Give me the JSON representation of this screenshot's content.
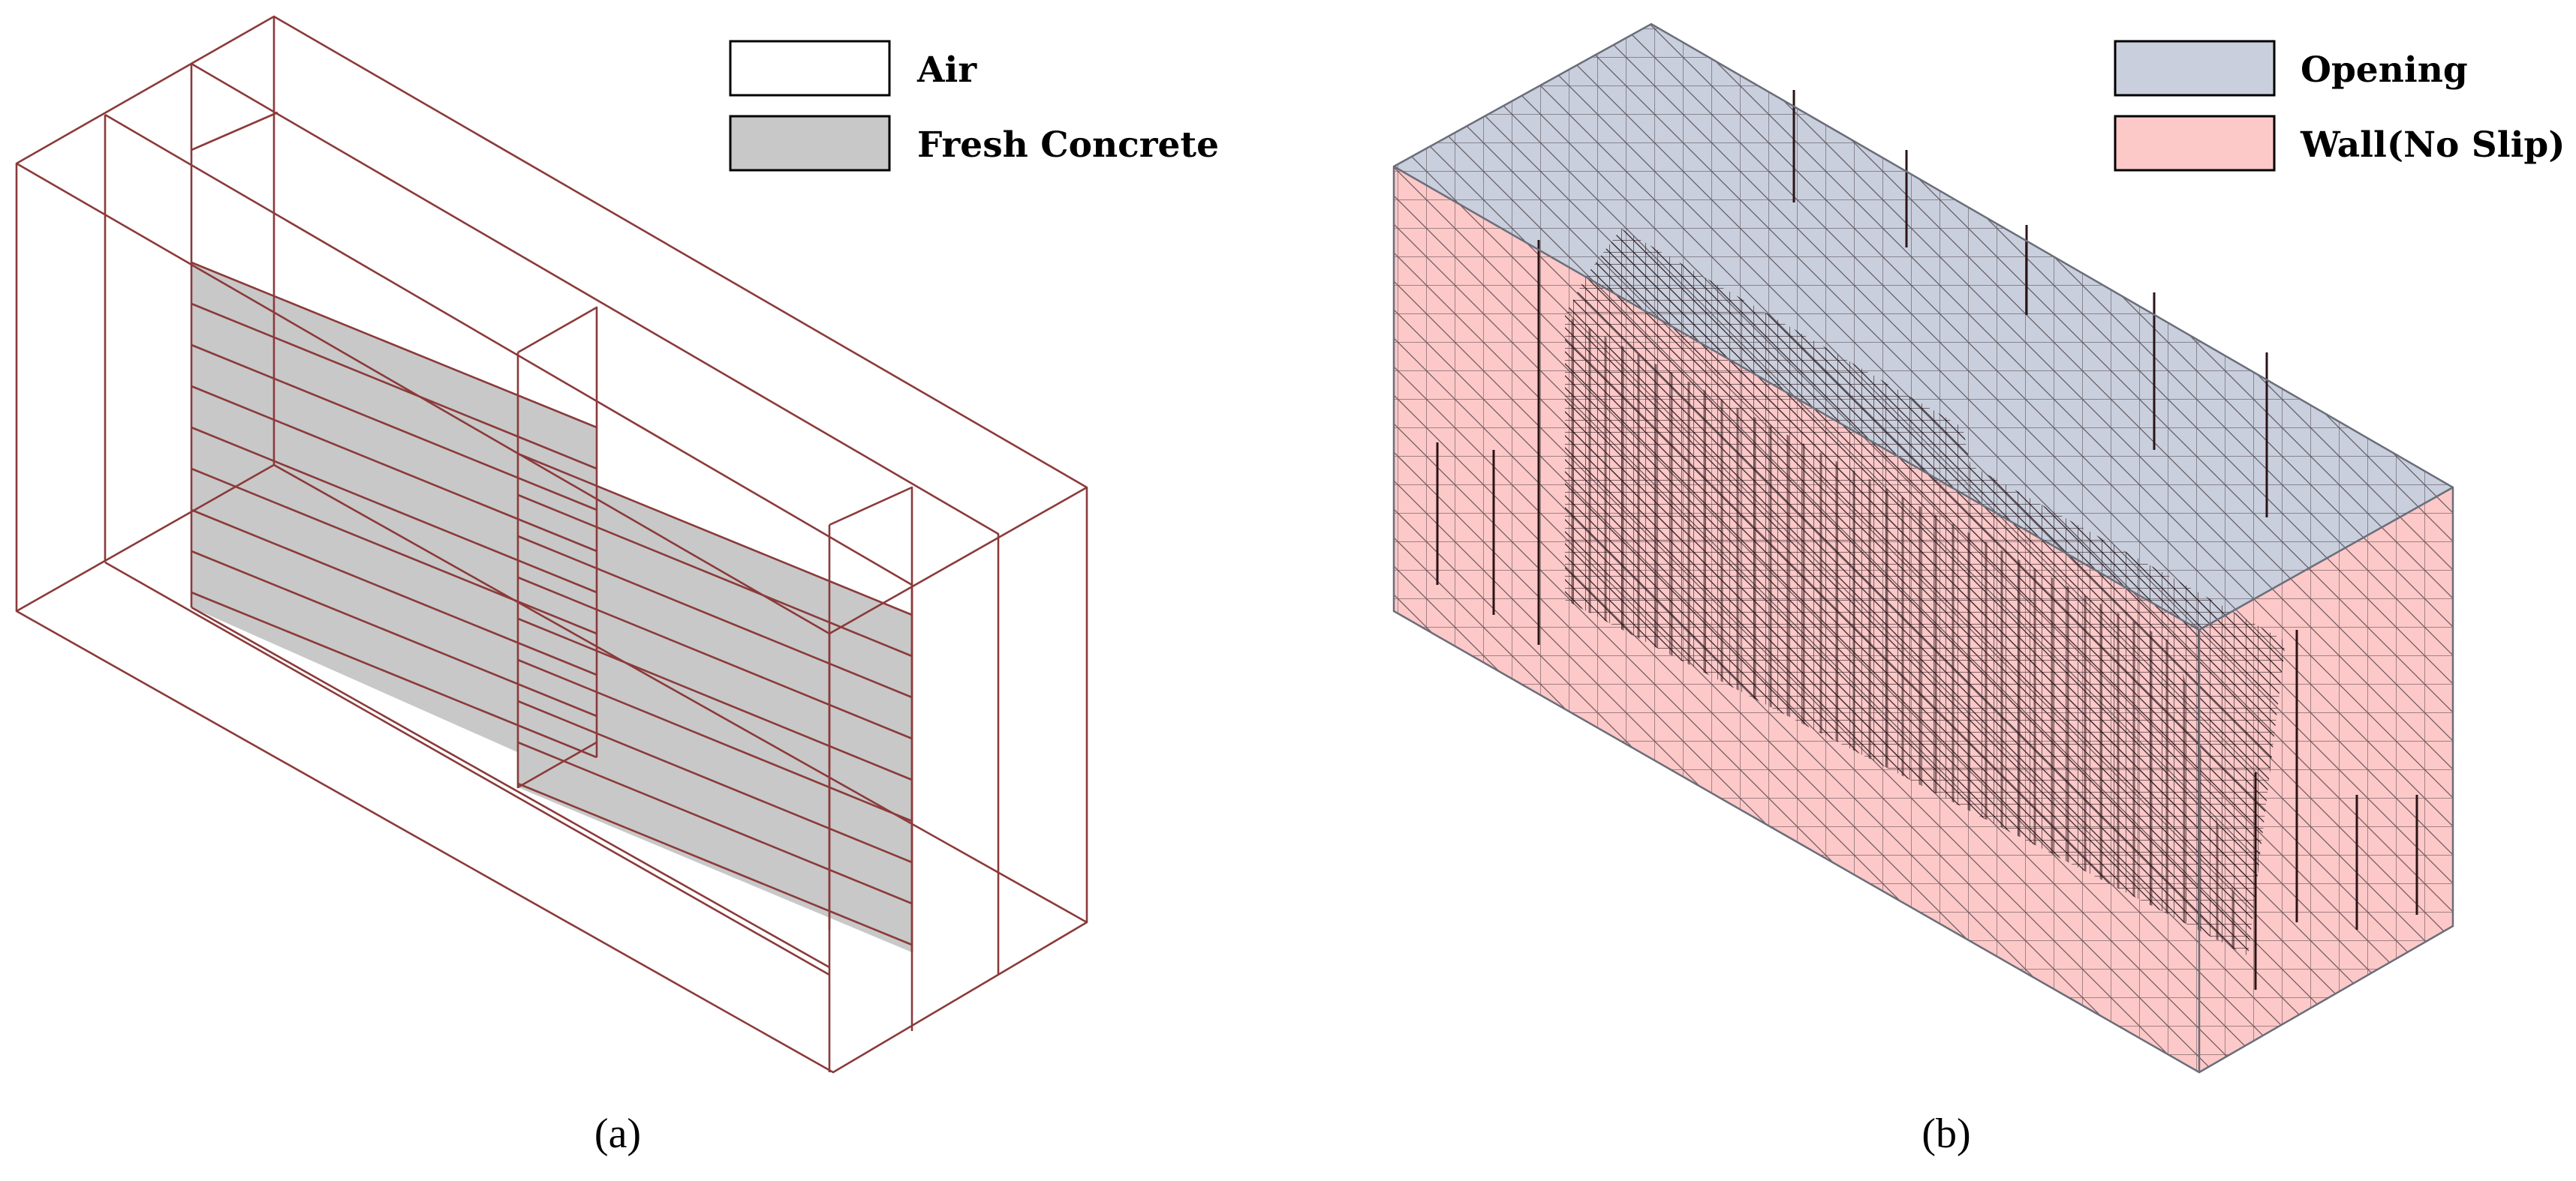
{
  "panel_a": {
    "caption": "(a)",
    "legend": [
      {
        "label": "Air",
        "color": "#ffffff"
      },
      {
        "label": "Fresh Concrete",
        "color": "#c8c8c8"
      }
    ],
    "edge_color": "#8b3a3a"
  },
  "panel_b": {
    "caption": "(b)",
    "legend": [
      {
        "label": "Opening",
        "color": "#c9cfdd"
      },
      {
        "label": "Wall(No Slip)",
        "color": "#fcc8c8"
      }
    ],
    "mesh_color": "#4a3238"
  }
}
